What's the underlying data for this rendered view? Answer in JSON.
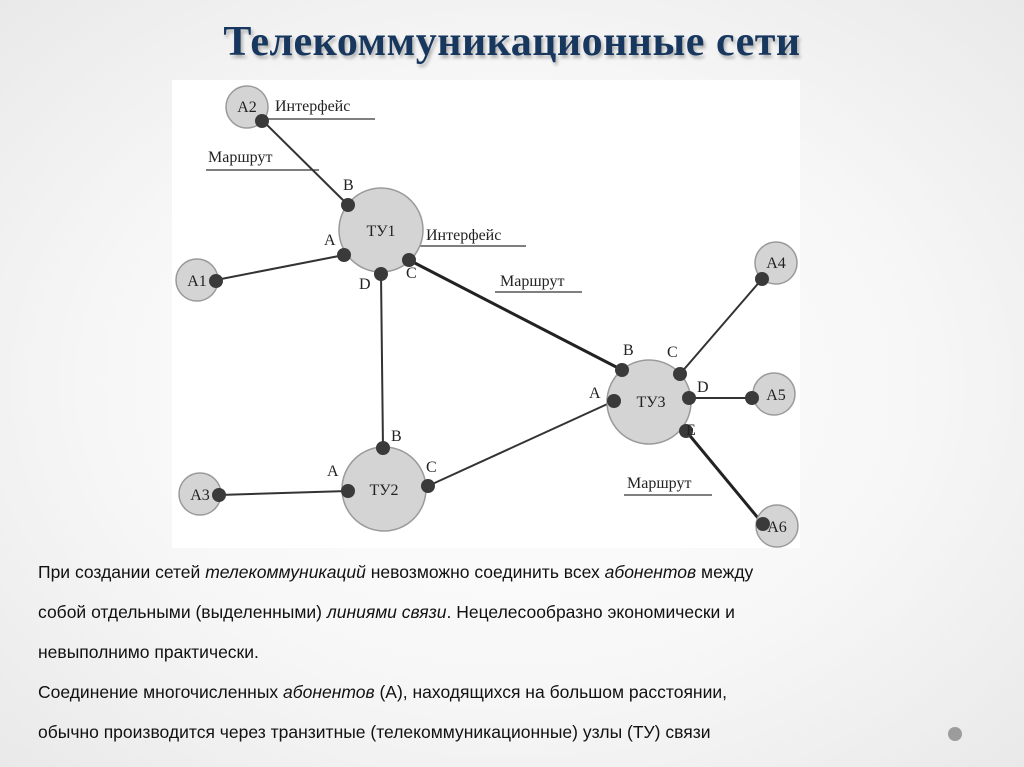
{
  "title": "Телекоммуникационные сети",
  "diagram": {
    "nodes": {
      "tu1": "ТУ1",
      "tu2": "ТУ2",
      "tu3": "ТУ3",
      "a1": "A1",
      "a2": "A2",
      "a3": "A3",
      "a4": "A4",
      "a5": "A5",
      "a6": "A6"
    },
    "ports": {
      "tu1": [
        "A",
        "B",
        "C",
        "D"
      ],
      "tu2": [
        "A",
        "B",
        "C"
      ],
      "tu3": [
        "A",
        "B",
        "C",
        "D",
        "E"
      ]
    },
    "labels": {
      "interface": "Интерфейс",
      "route": "Маршрут"
    }
  },
  "text": {
    "p1": [
      "При создании сетей ",
      "телекоммуникаций",
      " невозможно соединить всех ",
      "абонентов",
      " между"
    ],
    "p2": [
      "собой отдельными (выделенными) ",
      "линиями связи",
      ". Нецелесообразно экономически и"
    ],
    "p3": "невыполнимо практически.",
    "p4": [
      "Соединение многочисленных ",
      "абонентов",
      " (А), находящихся на большом расстоянии,"
    ],
    "p5": "обычно производится через транзитные (телекоммуникационные) узлы (ТУ) связи"
  },
  "colors": {
    "title": "#17375e",
    "node_fill": "#d4d4d4",
    "port": "#3a3a3a"
  }
}
